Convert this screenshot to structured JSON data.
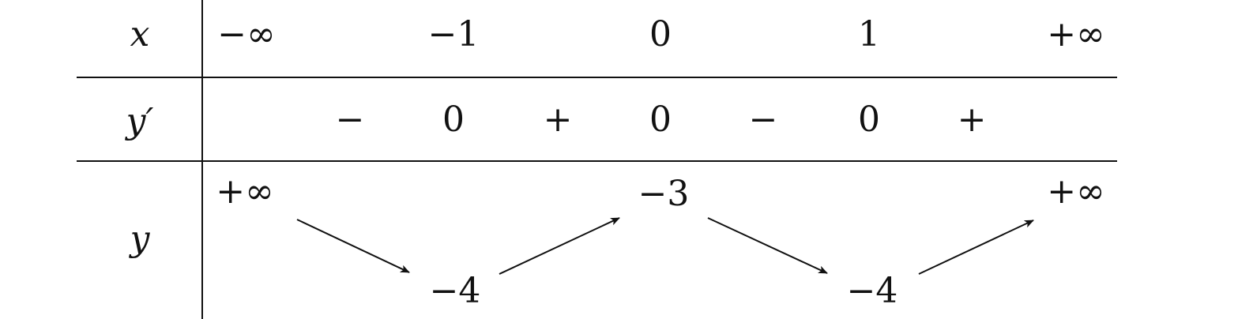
{
  "table": {
    "labels": {
      "x": "x",
      "yprime": "y′",
      "y": "y"
    },
    "x_values": [
      "−∞",
      "−1",
      "0",
      "1",
      "+∞"
    ],
    "yprime_row": [
      "−",
      "0",
      "+",
      "0",
      "−",
      "0",
      "+"
    ],
    "y_values": {
      "left_top": "+∞",
      "min1": "−4",
      "max": "−3",
      "min2": "−4",
      "right_top": "+∞"
    }
  }
}
